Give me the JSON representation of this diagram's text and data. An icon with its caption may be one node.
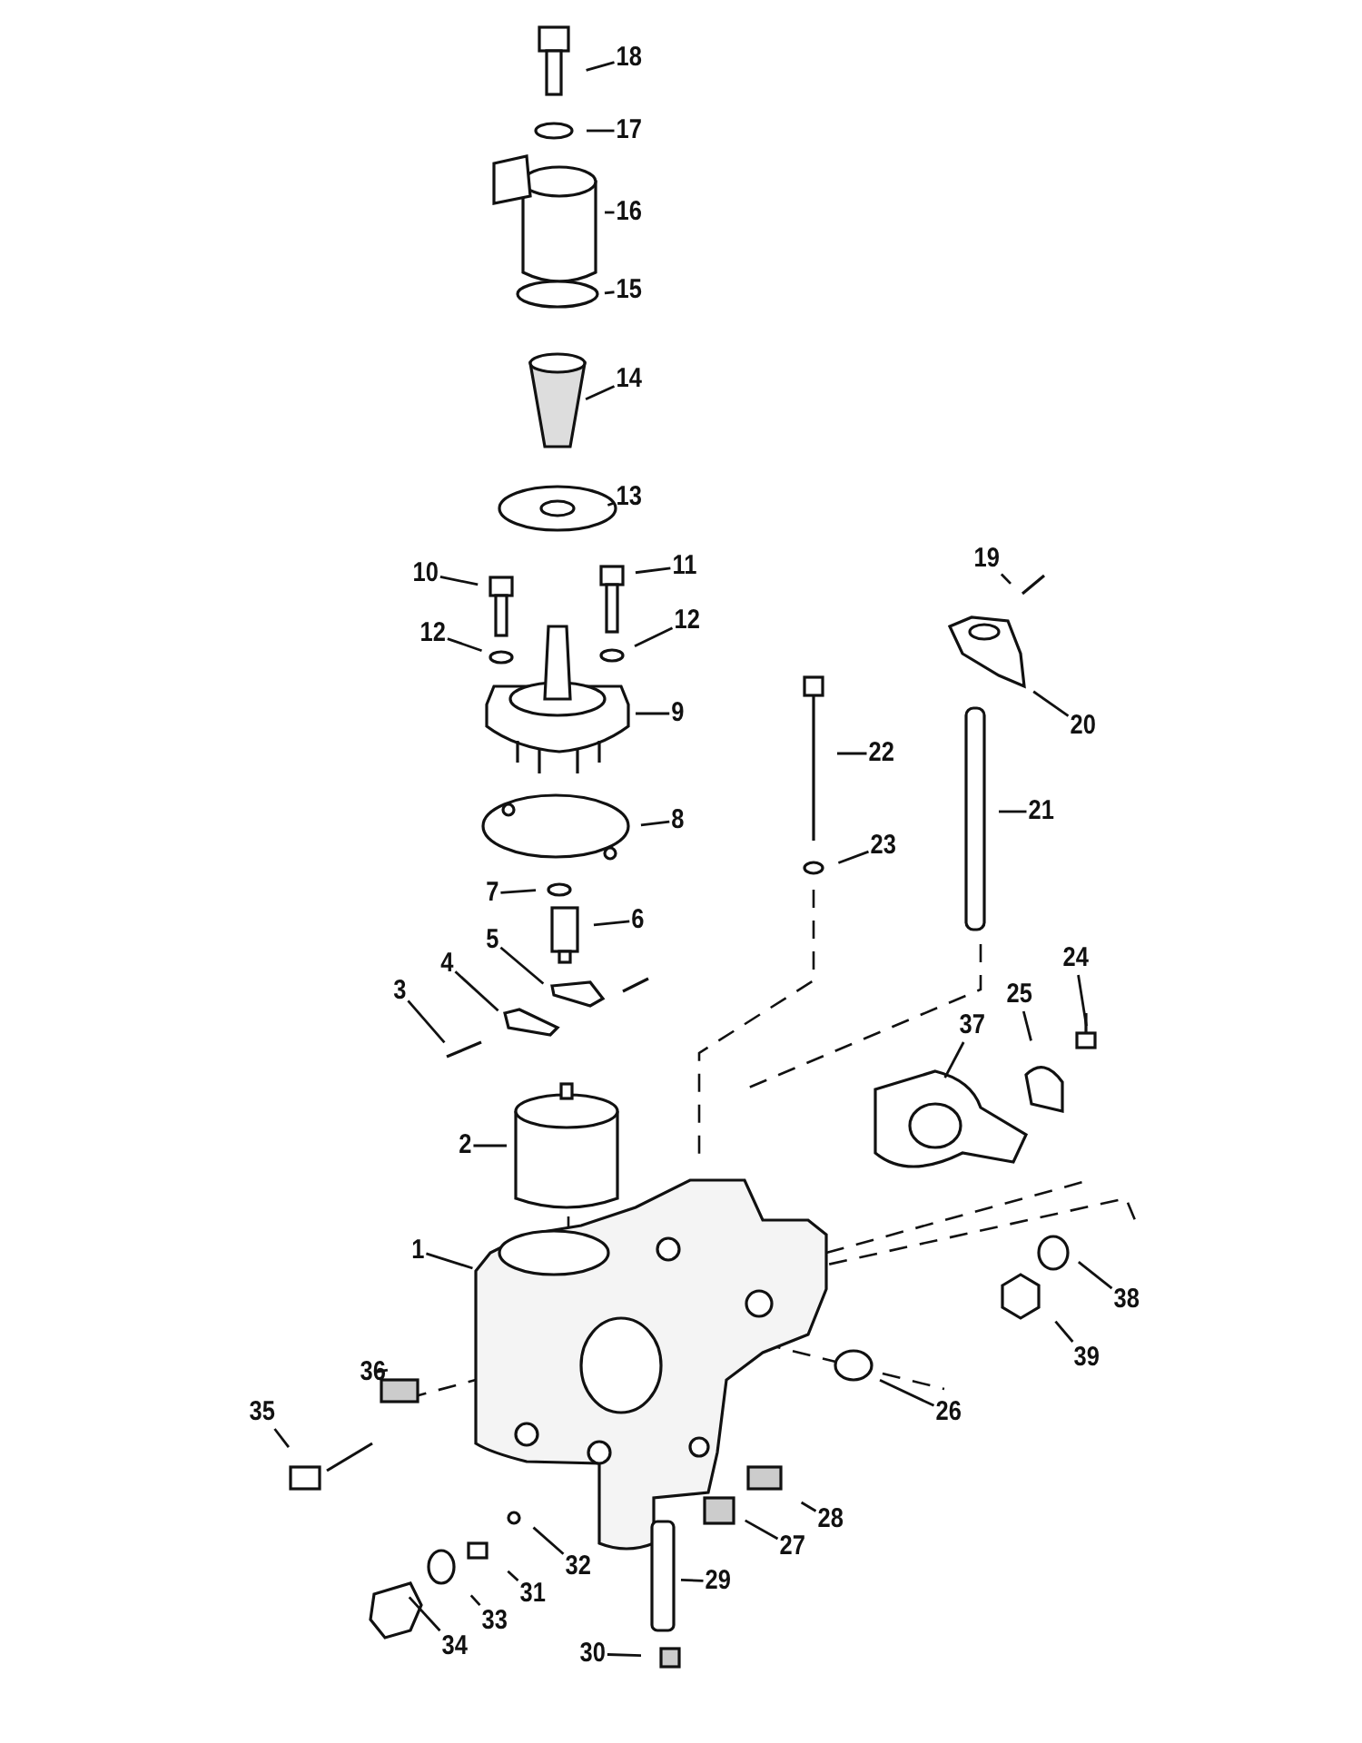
{
  "diagram": {
    "nodes": [
      {
        "text": [
          "18"
        ]
      },
      {
        "text": [
          "17"
        ]
      },
      {
        "text": [
          "16"
        ]
      },
      {
        "text": [
          "15"
        ]
      },
      {
        "text": [
          "14"
        ]
      },
      {
        "text": [
          "13"
        ]
      },
      {
        "text": [
          "10"
        ]
      },
      {
        "text": [
          "11"
        ]
      },
      {
        "text": [
          "12"
        ]
      },
      {
        "text": [
          "12"
        ]
      },
      {
        "text": [
          "9"
        ]
      },
      {
        "text": [
          "19"
        ]
      },
      {
        "text": [
          "20"
        ]
      },
      {
        "text": [
          "22"
        ]
      },
      {
        "text": [
          "8"
        ]
      },
      {
        "text": [
          "21"
        ]
      },
      {
        "text": [
          "23"
        ]
      },
      {
        "text": [
          "7"
        ]
      },
      {
        "text": [
          "6"
        ]
      },
      {
        "text": [
          "5"
        ]
      },
      {
        "text": [
          "24"
        ]
      },
      {
        "text": [
          "4"
        ]
      },
      {
        "text": [
          "37"
        ]
      },
      {
        "text": [
          "25"
        ]
      },
      {
        "text": [
          "3"
        ]
      },
      {
        "text": [
          "2"
        ]
      },
      {
        "text": [
          "1"
        ]
      },
      {
        "text": [
          "39"
        ]
      },
      {
        "text": [
          "38"
        ]
      },
      {
        "text": [
          "36"
        ]
      },
      {
        "text": [
          "26"
        ]
      },
      {
        "text": [
          "35"
        ]
      },
      {
        "text": [
          "28"
        ]
      },
      {
        "text": [
          "27"
        ]
      },
      {
        "text": [
          "32"
        ]
      },
      {
        "text": [
          "31"
        ]
      },
      {
        "text": [
          "29"
        ]
      },
      {
        "text": [
          "33"
        ]
      },
      {
        "text": [
          "34"
        ]
      },
      {
        "text": [
          "30"
        ]
      }
    ],
    "edges": [
      {
        "from": 0,
        "to": null,
        "arrow": "none"
      },
      {
        "from": 1,
        "to": null,
        "arrow": "none"
      },
      {
        "from": 2,
        "to": null,
        "arrow": "none"
      },
      {
        "from": 3,
        "to": null,
        "arrow": "none"
      },
      {
        "from": 4,
        "to": null,
        "arrow": "none"
      },
      {
        "from": 5,
        "to": null,
        "arrow": "none"
      },
      {
        "from": 6,
        "to": null,
        "arrow": "none"
      },
      {
        "from": 7,
        "to": null,
        "arrow": "none"
      },
      {
        "from": 8,
        "to": null,
        "arrow": "none"
      },
      {
        "from": 9,
        "to": null,
        "arrow": "none"
      },
      {
        "from": 10,
        "to": null,
        "arrow": "none"
      },
      {
        "from": 11,
        "to": null,
        "arrow": "none"
      },
      {
        "from": 12,
        "to": null,
        "arrow": "none"
      },
      {
        "from": 13,
        "to": null,
        "arrow": "none"
      },
      {
        "from": 14,
        "to": null,
        "arrow": "none"
      },
      {
        "from": 15,
        "to": null,
        "arrow": "none"
      },
      {
        "from": 16,
        "to": null,
        "arrow": "none"
      },
      {
        "from": 17,
        "to": null,
        "arrow": "none"
      },
      {
        "from": 18,
        "to": null,
        "arrow": "none"
      },
      {
        "from": 19,
        "to": null,
        "arrow": "none"
      },
      {
        "from": 20,
        "to": null,
        "arrow": "none"
      },
      {
        "from": 21,
        "to": null,
        "arrow": "none"
      },
      {
        "from": 22,
        "to": null,
        "arrow": "none"
      },
      {
        "from": 23,
        "to": null,
        "arrow": "none"
      },
      {
        "from": 24,
        "to": null,
        "arrow": "none"
      },
      {
        "from": 25,
        "to": null,
        "arrow": "none"
      },
      {
        "from": 26,
        "to": null,
        "arrow": "none"
      },
      {
        "from": 27,
        "to": null,
        "arrow": "none"
      },
      {
        "from": 28,
        "to": null,
        "arrow": "none"
      },
      {
        "from": 29,
        "to": null,
        "arrow": "none"
      },
      {
        "from": 30,
        "to": null,
        "arrow": "none"
      },
      {
        "from": 31,
        "to": null,
        "arrow": "none"
      },
      {
        "from": 32,
        "to": null,
        "arrow": "none"
      },
      {
        "from": 33,
        "to": null,
        "arrow": "none"
      },
      {
        "from": 34,
        "to": null,
        "arrow": "none"
      },
      {
        "from": 35,
        "to": null,
        "arrow": "none"
      },
      {
        "from": 36,
        "to": null,
        "arrow": "none"
      },
      {
        "from": 37,
        "to": null,
        "arrow": "none"
      },
      {
        "from": 38,
        "to": null,
        "arrow": "none"
      },
      {
        "from": 39,
        "to": null,
        "arrow": "none"
      }
    ]
  }
}
